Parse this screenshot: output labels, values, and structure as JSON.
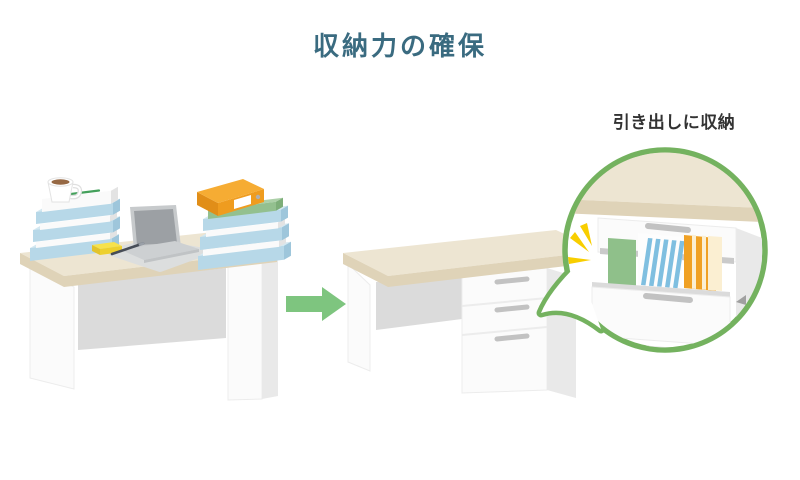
{
  "title": "収納力の確保",
  "callout": {
    "label": "引き出しに収納"
  },
  "icons": {
    "transform": "arrow-right-icon",
    "emphasis": "sparkle-icon",
    "magnifier": "zoom-bubble"
  },
  "colors": {
    "background": "#FFFFFF",
    "title_text": "#3A6B80",
    "callout_text": "#333333",
    "arrow_green": "#7EC57F",
    "bubble_green": "#74B25F",
    "desk_top": "#EDE5D2",
    "desk_edge": "#DFD3B8",
    "desk_panel": "#DBDBDB",
    "desk_side": "#E9E9E9",
    "desk_white": "#FBFBFB",
    "desk_line": "#ECECEC",
    "book_blue": "#B7D8E8",
    "book_blue_top": "#D4E8F1",
    "book_blue_dark": "#9EC6DB",
    "book_white": "#FAFAFA",
    "book_white_side": "#E3E3E3",
    "book_green": "#93C08F",
    "book_green_top": "#ACD0A8",
    "book_green_dark": "#7DAE79",
    "binder_orange": "#EF9C1F",
    "binder_top": "#F6AC33",
    "binder_dark": "#E18E18",
    "laptop_screen": "#9CA0A4",
    "laptop_frame": "#C7CACC",
    "laptop_base": "#CDD0D2",
    "laptop_shadow": "#DCDEDE",
    "coffee_brown": "#966844",
    "sticky_yellow": "#F7E24C",
    "sticky_side": "#EDD02E",
    "sticky_dark": "#E2C32B",
    "pen_dark": "#474D57",
    "pencil_green": "#44A05B",
    "sparkle_yellow": "#F8CE00",
    "file_green": "#8FC08A",
    "file_blue": "#7FBFE0",
    "file_orange": "#F0A124",
    "file_cream": "#FBEFD2",
    "handle_gray": "#C2C2C2",
    "rim_gray": "#CACACA"
  }
}
